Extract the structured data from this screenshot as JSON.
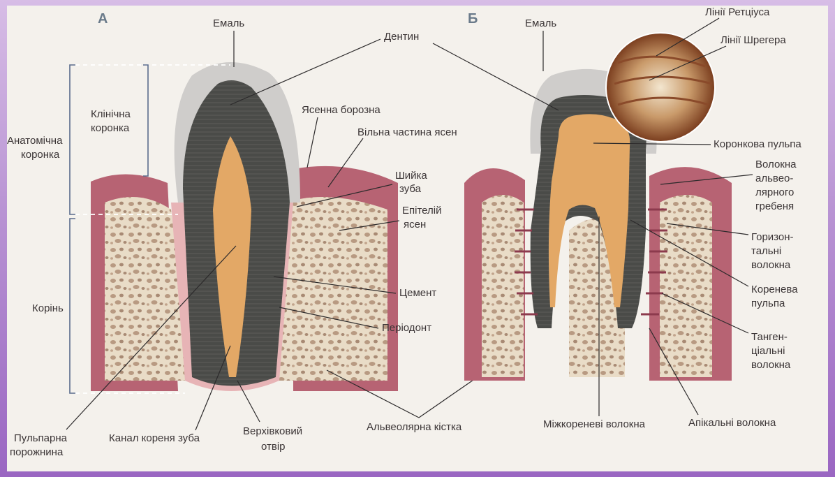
{
  "panels": {
    "a": {
      "letter": "А"
    },
    "b": {
      "letter": "Б"
    }
  },
  "labels_a": {
    "enamel": "Емаль",
    "dentin": "Дентин",
    "clinical_crown": [
      "Клінічна",
      "коронка"
    ],
    "anatomical_crown": [
      "Анатомічна",
      "коронка"
    ],
    "gingival_sulcus": "Ясенна борозна",
    "free_gingiva": "Вільна частина ясен",
    "tooth_neck": [
      "Шийка",
      "зуба"
    ],
    "gingival_epithelium": [
      "Епітелій",
      "ясен"
    ],
    "cementum": "Цемент",
    "periodontium": "Періодонт",
    "root": "Корінь",
    "pulp_cavity": [
      "Пульпарна",
      "порожнина"
    ],
    "root_canal": "Канал кореня зуба",
    "apical_foramen": [
      "Верхівковий",
      "отвір"
    ],
    "alveolar_bone": "Альвеолярна кістка"
  },
  "labels_b": {
    "enamel": "Емаль",
    "retzius_lines": "Лінії Ретціуса",
    "schreger_lines": "Лінії Шрегера",
    "coronal_pulp": "Коронкова пульпа",
    "alveolar_crest_fibers": [
      "Волокна",
      "альвео-",
      "лярного",
      "гребеня"
    ],
    "horizontal_fibers": [
      "Горизон-",
      "тальні",
      "волокна"
    ],
    "root_pulp": [
      "Коренева",
      "пульпа"
    ],
    "tangential_fibers": [
      "Танген-",
      "ціальні",
      "волокна"
    ],
    "interradicular_fibers": "Міжкореневі волокна",
    "apical_fibers": "Апікальні волокна"
  }
}
